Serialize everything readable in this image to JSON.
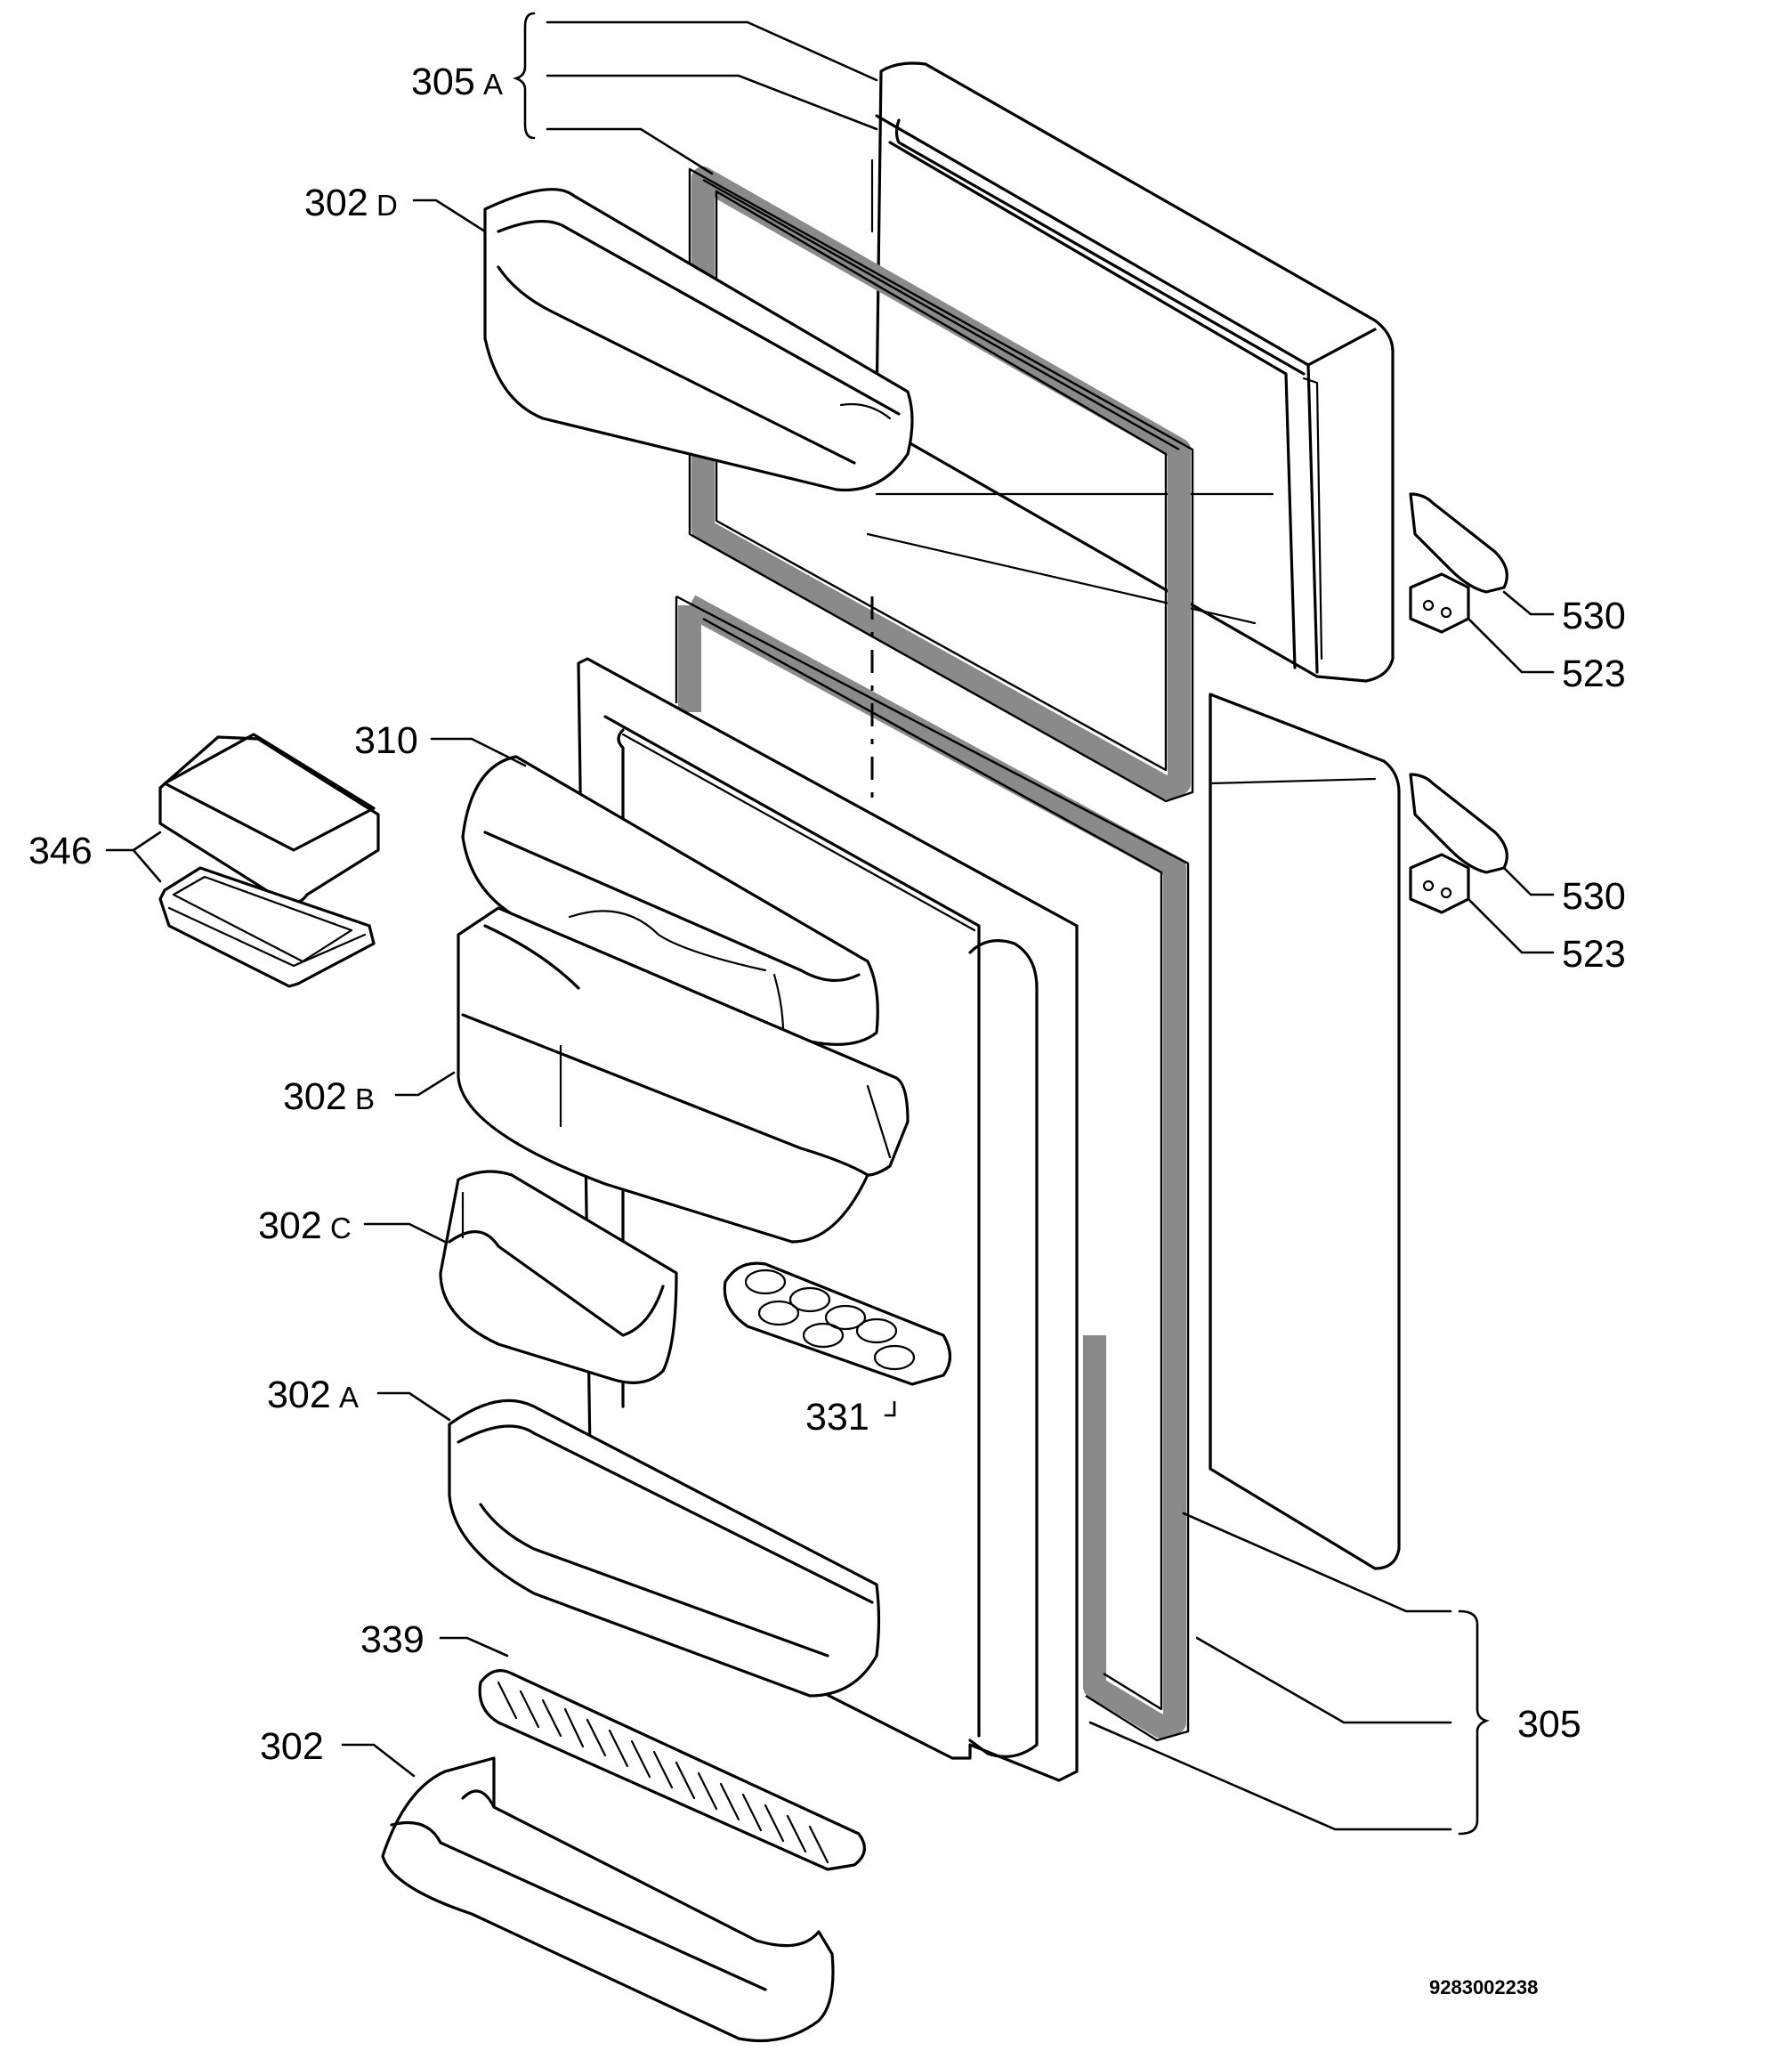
{
  "diagram": {
    "labels": {
      "l305a": {
        "num": "305",
        "suffix": "A"
      },
      "l302d": {
        "num": "302",
        "suffix": "D"
      },
      "l310": {
        "num": "310",
        "suffix": ""
      },
      "l346": {
        "num": "346",
        "suffix": ""
      },
      "l302b": {
        "num": "302",
        "suffix": "B"
      },
      "l302c": {
        "num": "302",
        "suffix": "C"
      },
      "l302a": {
        "num": "302",
        "suffix": "A"
      },
      "l331": {
        "num": "331",
        "suffix": ""
      },
      "l339": {
        "num": "339",
        "suffix": ""
      },
      "l302": {
        "num": "302",
        "suffix": ""
      },
      "l530top": {
        "num": "530",
        "suffix": ""
      },
      "l523top": {
        "num": "523",
        "suffix": ""
      },
      "l530bot": {
        "num": "530",
        "suffix": ""
      },
      "l523bot": {
        "num": "523",
        "suffix": ""
      },
      "l305": {
        "num": "305",
        "suffix": ""
      }
    },
    "drawing_code": "9283002238"
  }
}
